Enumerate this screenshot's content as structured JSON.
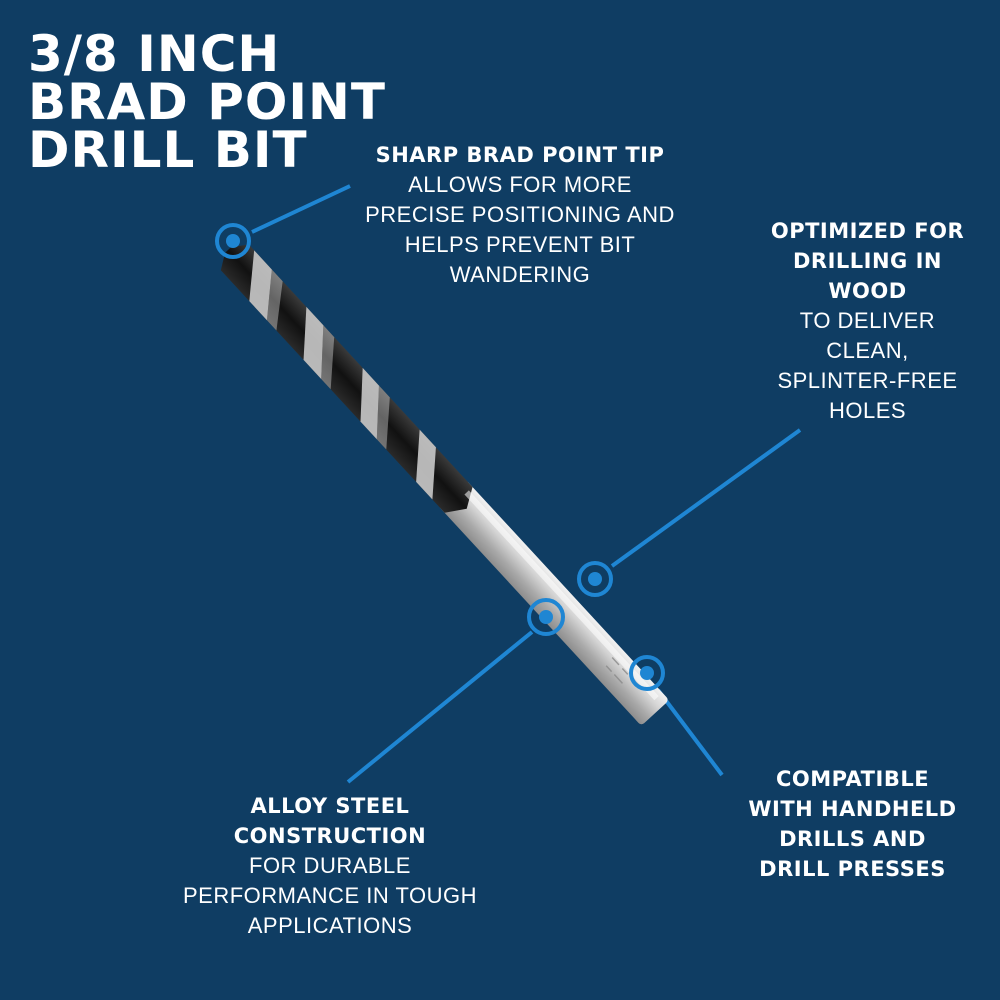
{
  "title_lines": [
    "3/8 INCH",
    "BRAD POINT",
    "DRILL BIT"
  ],
  "callouts": {
    "tip": {
      "heading": "SHARP BRAD POINT TIP",
      "body": [
        "ALLOWS FOR MORE",
        "PRECISE POSITIONING AND",
        "HELPS PREVENT BIT",
        "WANDERING"
      ]
    },
    "wood": {
      "heading": [
        "OPTIMIZED FOR",
        "DRILLING IN",
        "WOOD"
      ],
      "body": [
        "TO DELIVER",
        "CLEAN,",
        "SPLINTER-FREE",
        "HOLES"
      ]
    },
    "steel": {
      "heading": [
        "ALLOY STEEL",
        "CONSTRUCTION"
      ],
      "body": [
        "FOR DURABLE",
        "PERFORMANCE IN TOUGH",
        "APPLICATIONS"
      ]
    },
    "compat": {
      "heading": [
        "COMPATIBLE",
        "WITH HANDHELD",
        "DRILLS AND",
        "DRILL PRESSES"
      ]
    }
  },
  "colors": {
    "background": "#0f3d63",
    "accent": "#1f86d3",
    "text": "#ffffff"
  }
}
